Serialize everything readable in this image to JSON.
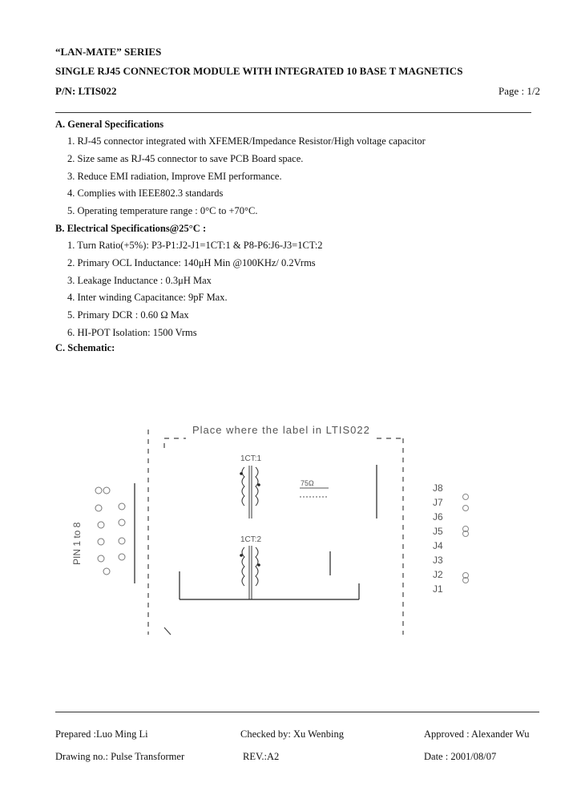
{
  "header": {
    "series": "“LAN-MATE” SERIES",
    "title": "SINGLE RJ45 CONNECTOR MODULE WITH INTEGRATED 10 BASE T MAGNETICS",
    "part_number": "P/N: LTIS022",
    "page": "Page : 1/2"
  },
  "general": {
    "heading": "A. General Specifications",
    "items": [
      "1. RJ-45 connector integrated with XFEMER/Impedance Resistor/High voltage capacitor",
      "2. Size same as RJ-45 connector to save PCB Board space.",
      "3. Reduce EMI radiation, Improve EMI performance.",
      "4. Complies with IEEE802.3 standards",
      "5. Operating temperature range : 0°C to +70°C."
    ]
  },
  "electrical": {
    "heading": "B. Electrical Specifications@25°C :",
    "items": [
      "1. Turn Ratio(+5%): P3-P1:J2-J1=1CT:1 & P8-P6:J6-J3=1CT:2",
      "2. Primary OCL Inductance: 140μH Min @100KHz/ 0.2Vrms",
      "3. Leakage Inductance : 0.3μH Max",
      "4. Inter winding Capacitance: 9pF Max.",
      "5. Primary DCR : 0.60 Ω Max",
      "6. HI-POT Isolation: 1500 Vrms"
    ]
  },
  "schematic": {
    "heading": "C. Schematic:",
    "box_label": "Place where the label in LTIS022",
    "transformer_top": "1CT:1",
    "transformer_bottom": "1CT:2",
    "left_label": "PIN 1 to 8",
    "resistor_label": "75Ω",
    "right_pins": [
      "J8",
      "J7",
      "J6",
      "J5",
      "J4",
      "J3",
      "J2",
      "J1"
    ]
  },
  "footer": {
    "prepared": "Prepared :Luo Ming Li",
    "checked": "Checked by: Xu Wenbing",
    "approved": "Approved : Alexander Wu",
    "drawing": "Drawing no.: Pulse Transformer",
    "rev": "REV.:A2",
    "date": "Date : 2001/08/07"
  }
}
